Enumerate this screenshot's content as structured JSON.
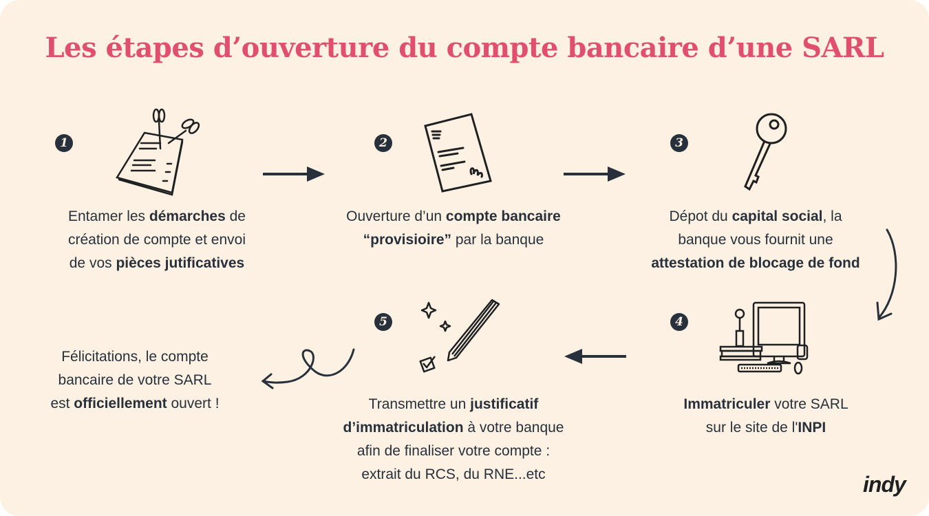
{
  "title": "Les étapes d’ouverture du compte bancaire d’une SARL",
  "logo": "indy",
  "colors": {
    "background": "#fcf1e3",
    "title": "#e0506e",
    "text": "#27303b"
  },
  "steps": [
    {
      "number": "1",
      "icon": "documents-scissors-icon",
      "lines": [
        [
          {
            "t": "Entamer les "
          },
          {
            "t": "démarches",
            "b": true
          },
          {
            "t": " de"
          }
        ],
        [
          {
            "t": "création de compte et envoi"
          }
        ],
        [
          {
            "t": "de vos "
          },
          {
            "t": "pièces jutificatives",
            "b": true
          }
        ]
      ]
    },
    {
      "number": "2",
      "icon": "signed-document-icon",
      "lines": [
        [
          {
            "t": "Ouverture d’un "
          },
          {
            "t": "compte bancaire",
            "b": true
          }
        ],
        [
          {
            "t": "“provisioire”",
            "b": true
          },
          {
            "t": " par la banque"
          }
        ]
      ]
    },
    {
      "number": "3",
      "icon": "key-icon",
      "lines": [
        [
          {
            "t": "Dépot du "
          },
          {
            "t": "capital social",
            "b": true
          },
          {
            "t": ", la"
          }
        ],
        [
          {
            "t": "banque vous fournit une"
          }
        ],
        [
          {
            "t": "attestation de blocage de fond",
            "b": true
          }
        ]
      ]
    },
    {
      "number": "4",
      "icon": "computer-desk-icon",
      "lines": [
        [
          {
            "t": "Immatriculer",
            "b": true
          },
          {
            "t": " votre SARL"
          }
        ],
        [
          {
            "t": "sur le site de l'"
          },
          {
            "t": "INPI",
            "b": true
          }
        ]
      ]
    },
    {
      "number": "5",
      "icon": "pencil-checkbox-icon",
      "lines": [
        [
          {
            "t": "Transmettre un "
          },
          {
            "t": "justificatif",
            "b": true
          }
        ],
        [
          {
            "t": "d’immatriculation",
            "b": true
          },
          {
            "t": " à votre banque"
          }
        ],
        [
          {
            "t": "afin de finaliser votre compte :"
          }
        ],
        [
          {
            "t": "extrait du RCS, du RNE...etc"
          }
        ]
      ]
    }
  ],
  "final": {
    "lines": [
      [
        {
          "t": "Félicitations, le compte"
        }
      ],
      [
        {
          "t": "bancaire de votre SARL"
        }
      ],
      [
        {
          "t": "est "
        },
        {
          "t": "officiellement",
          "b": true
        },
        {
          "t": " ouvert !"
        }
      ]
    ]
  }
}
